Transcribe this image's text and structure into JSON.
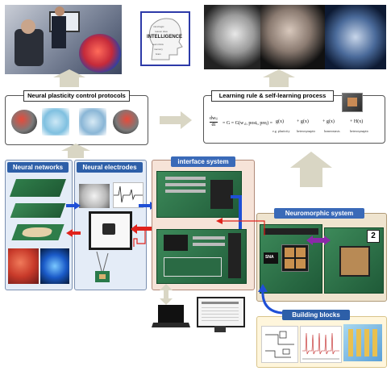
{
  "top_row": {
    "intelligence_word": "INTELLIGENCE"
  },
  "plasticity": {
    "title": "Neural plasticity control protocols"
  },
  "learning": {
    "title": "Learning rule & self-learning process",
    "equation_lhs": "dw",
    "equation_sub": "ij",
    "equation_den": "dt",
    "equation_rhs": "= G = G(w₁ⱼ, postᵢ, preⱼ) =",
    "term_labels": [
      "e.g. plasticity",
      "heterosynaptic",
      "homeostasis",
      "heterosynaptic"
    ]
  },
  "panels": {
    "neural_networks": "Neural networks",
    "neural_electrodes": "Neural electrodes",
    "interface_system": "interface system",
    "neuromorphic_system": "Neuromorphic system",
    "building_blocks": "Building blocks"
  },
  "chip": {
    "label": "SNA",
    "tag": "2"
  },
  "colors": {
    "blue_arrow": "#1f4fd6",
    "red_arrow": "#e0231c",
    "purple_arrow": "#8a2aa8",
    "gray_arrow": "#d9d6c4",
    "panel_blue": "#e4ecf7",
    "panel_peach": "#f6e3d8",
    "panel_tan": "#efe4cf",
    "panel_cream": "#fff6dc",
    "title_blue": "#2d5fa8"
  }
}
